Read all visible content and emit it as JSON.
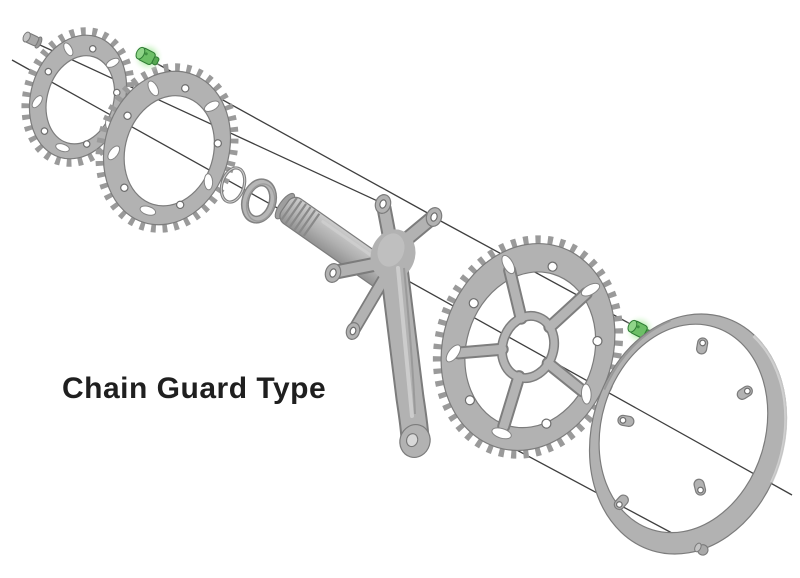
{
  "diagram": {
    "label": "Chain Guard Type"
  },
  "parts": [
    {
      "name": "crank-arm-fixing-bolt",
      "highlighted": false
    },
    {
      "name": "small-chainring",
      "highlighted": false
    },
    {
      "name": "chainring-fixing-bolt-left",
      "highlighted": true
    },
    {
      "name": "middle-chainring",
      "highlighted": false
    },
    {
      "name": "o-ring",
      "highlighted": false
    },
    {
      "name": "spacer-ring",
      "highlighted": false
    },
    {
      "name": "crank-axle",
      "highlighted": false
    },
    {
      "name": "right-crank-arm",
      "highlighted": false
    },
    {
      "name": "large-chainring",
      "highlighted": false
    },
    {
      "name": "chainring-fixing-bolt-right",
      "highlighted": true
    },
    {
      "name": "chain-guard",
      "highlighted": false
    },
    {
      "name": "chain-guard-fixing-bolt",
      "highlighted": false
    }
  ],
  "colors": {
    "background": "#ffffff",
    "part-fill": "#b2b2b2",
    "part-light": "#cdcdcd",
    "part-outline": "#7c7c7c",
    "axis-line": "#3f3f3f",
    "highlight-green": "#6cbf66",
    "highlight-green-dark": "#2e7c33",
    "label-text": "#1f1f1f"
  }
}
